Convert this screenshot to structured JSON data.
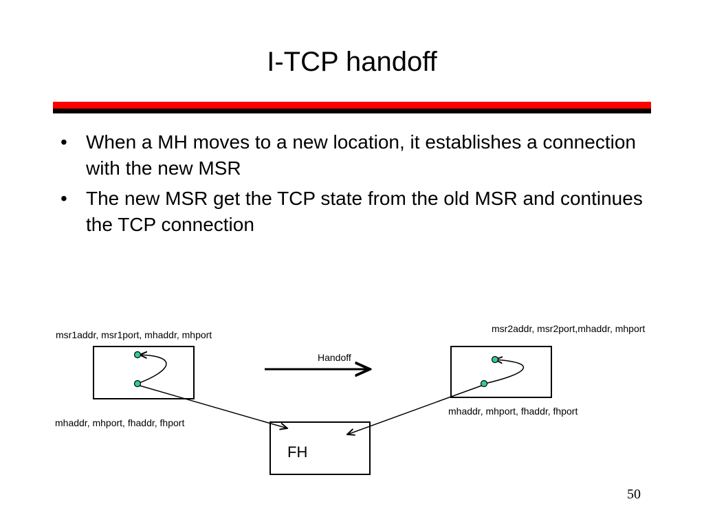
{
  "slide": {
    "title": "I-TCP handoff",
    "page_number": "50"
  },
  "bullets": [
    {
      "marker": "•",
      "text": "When a MH moves to a new location, it establishes a connection with the new MSR"
    },
    {
      "marker": "•",
      "text": "The new MSR get the TCP state from the old MSR and continues the TCP connection"
    }
  ],
  "diagram": {
    "msr1_label": "msr1addr, msr1port, mhaddr, mhport",
    "msr2_label": "msr2addr, msr2port,mhaddr, mhport",
    "handoff_label": "Handoff",
    "left_conn_label": "mhaddr, mhport, fhaddr, fhport",
    "right_conn_label": "mhaddr, mhport, fhaddr, fhport",
    "fh_label": "FH",
    "colors": {
      "node_fill": "#33cc99",
      "stroke": "#000000",
      "title_bar_top": "#ff0000",
      "title_bar_bottom": "#000000"
    }
  }
}
